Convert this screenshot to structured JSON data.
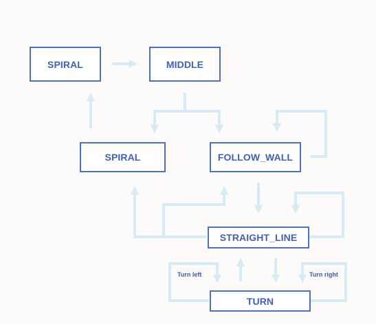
{
  "states": {
    "spiral_top": "SPIRAL",
    "middle": "MIDDLE",
    "spiral_mid": "SPIRAL",
    "follow_wall": "FOLLOW_WALL",
    "straight_line": "STRAIGHT_LINE",
    "turn": "TURN"
  },
  "labels": {
    "turn_left": "Turn left",
    "turn_right": "Turn right"
  },
  "colors": {
    "box_border": "#4a6fd0",
    "box_text": "#4060b8",
    "arrow": "#d7ebf5"
  }
}
